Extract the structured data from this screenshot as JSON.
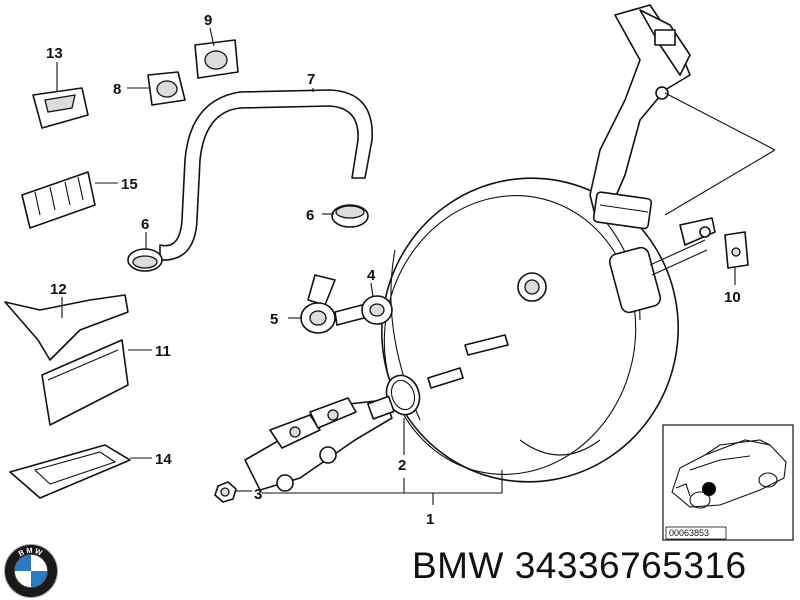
{
  "diagram": {
    "callouts": [
      {
        "id": "c1",
        "label": "1"
      },
      {
        "id": "c2",
        "label": "2"
      },
      {
        "id": "c3",
        "label": "3"
      },
      {
        "id": "c4",
        "label": "4"
      },
      {
        "id": "c5",
        "label": "5"
      },
      {
        "id": "c6a",
        "label": "6"
      },
      {
        "id": "c6b",
        "label": "6"
      },
      {
        "id": "c7",
        "label": "7"
      },
      {
        "id": "c8",
        "label": "8"
      },
      {
        "id": "c9",
        "label": "9"
      },
      {
        "id": "c10",
        "label": "10"
      },
      {
        "id": "c11",
        "label": "11"
      },
      {
        "id": "c12",
        "label": "12"
      },
      {
        "id": "c13",
        "label": "13"
      },
      {
        "id": "c14",
        "label": "14"
      },
      {
        "id": "c15",
        "label": "15"
      }
    ],
    "inset_ref": "00063853"
  },
  "caption": {
    "brand": "BMW",
    "part_number": "34336765316"
  },
  "logo": {
    "letters": "BMW",
    "colors": {
      "blue": "#2a7bc4",
      "white": "#ffffff",
      "ring": "#1a1a1a"
    }
  }
}
